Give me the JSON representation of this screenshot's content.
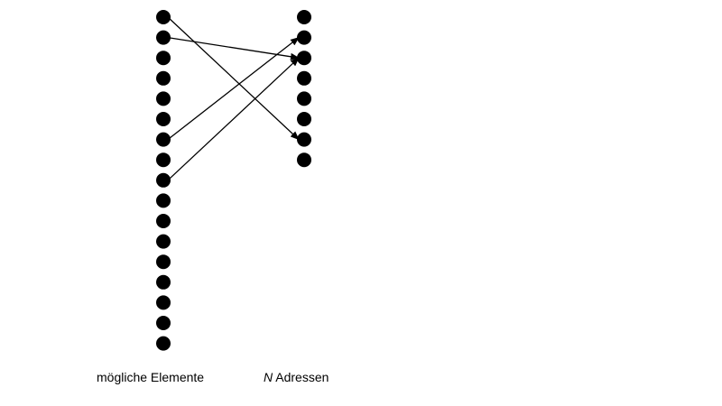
{
  "diagram": {
    "left_group": {
      "caption": "mögliche Elemente",
      "node_count": 17
    },
    "right_group": {
      "caption_variable": "N",
      "caption_text": " Adressen",
      "node_count": 8
    },
    "arrows": [
      {
        "from": 0,
        "to": 6
      },
      {
        "from": 1,
        "to": 2
      },
      {
        "from": 6,
        "to": 1
      },
      {
        "from": 8,
        "to": 2
      }
    ],
    "colors": {
      "node_fill": "#000000",
      "arrow": "#000000",
      "text": "#000000",
      "background": "#ffffff"
    }
  }
}
